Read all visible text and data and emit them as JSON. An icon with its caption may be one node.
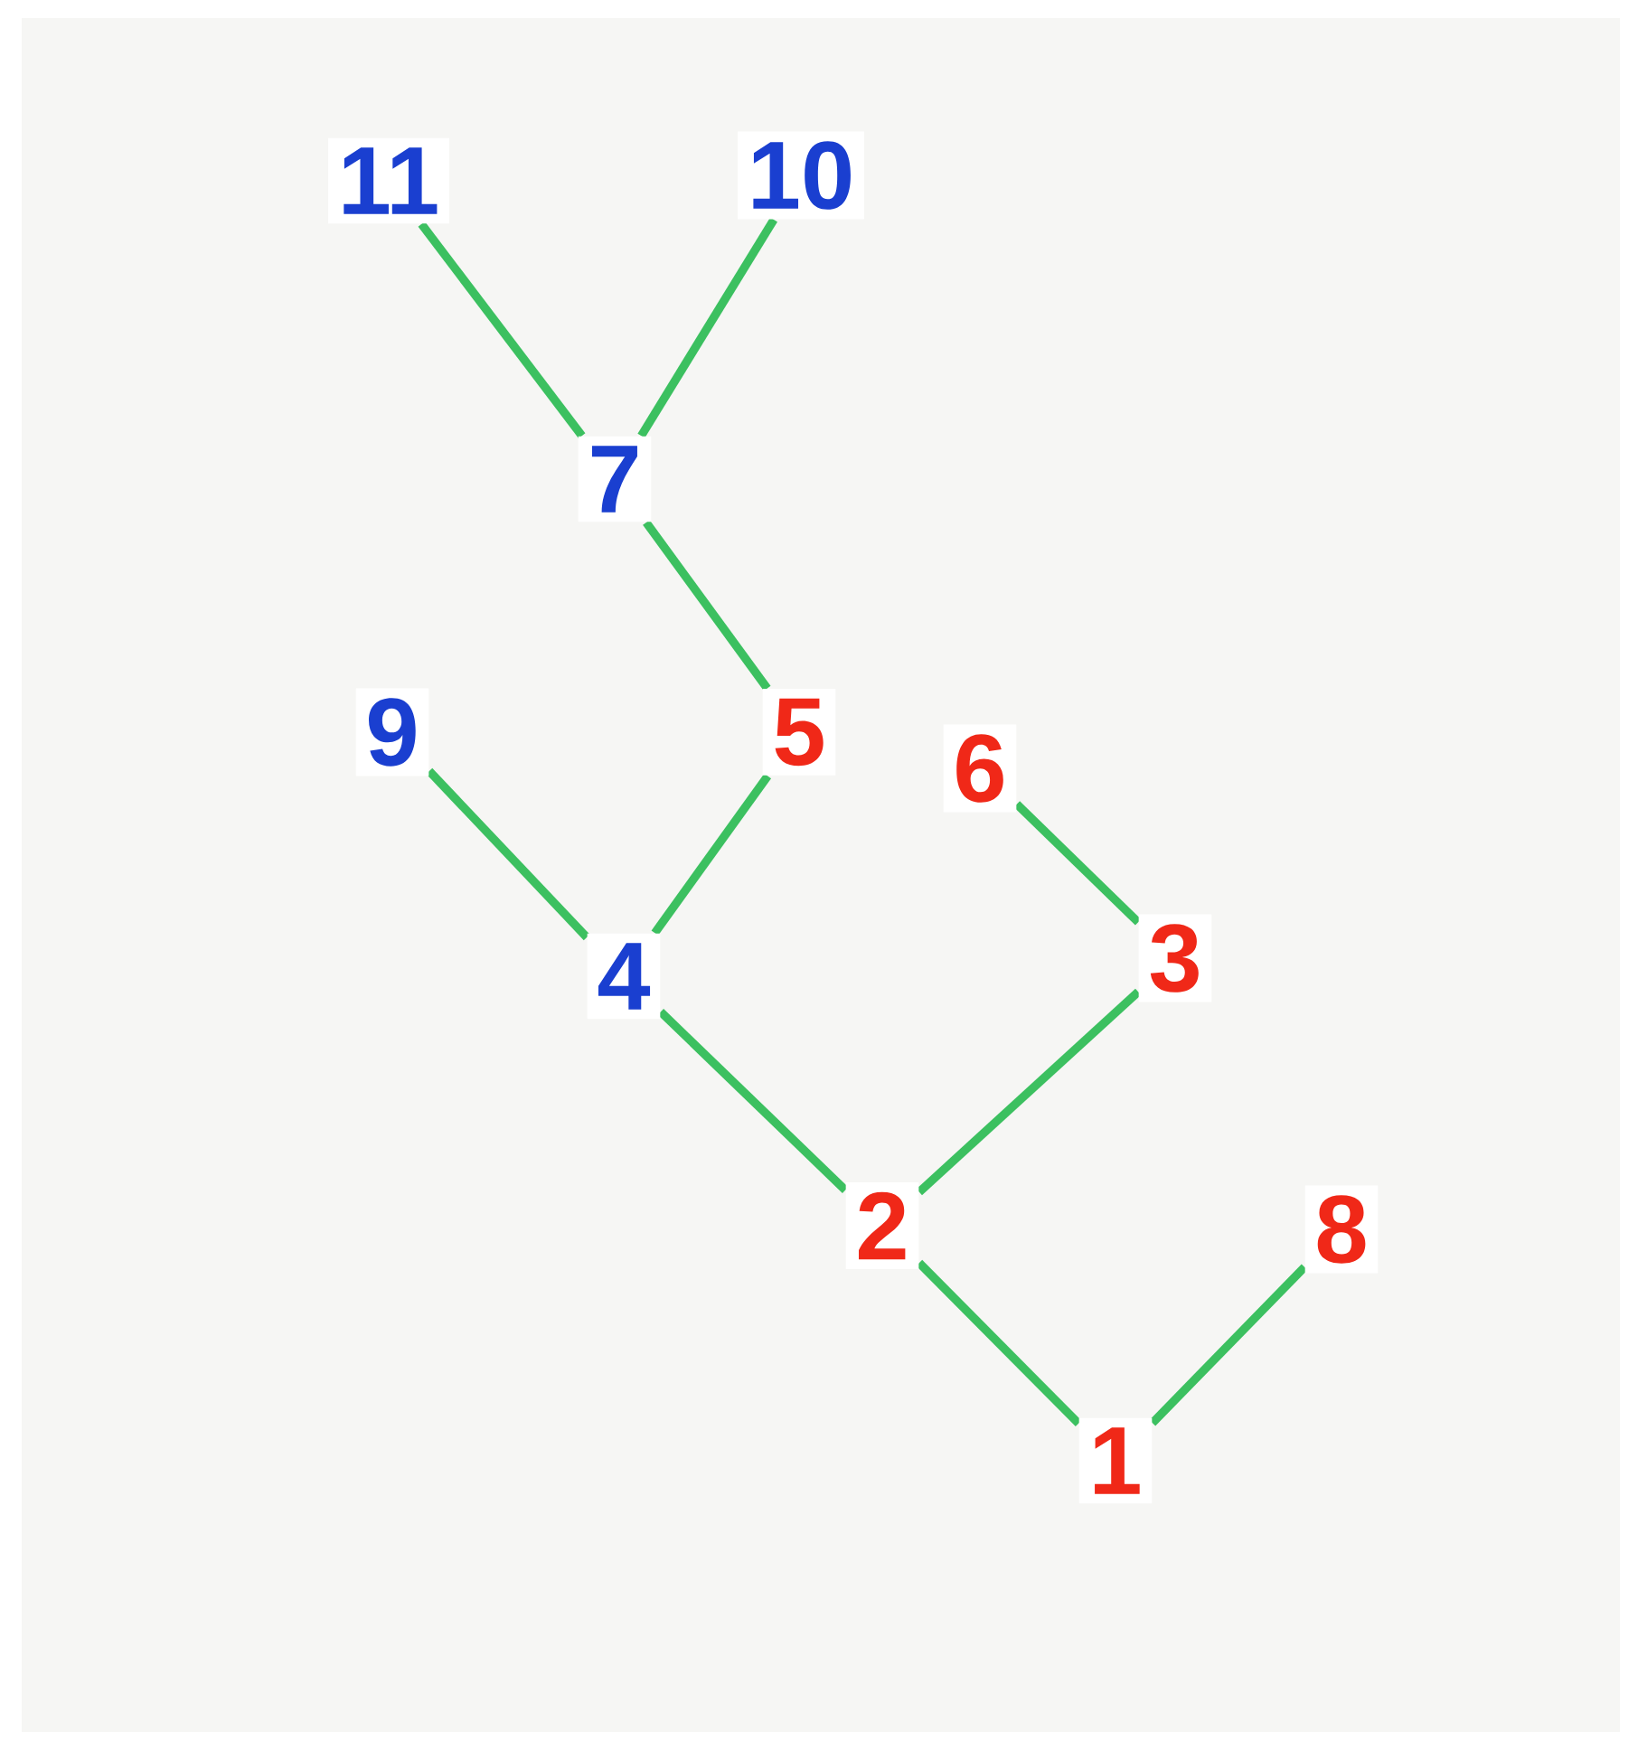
{
  "diagram": {
    "nodes": [
      {
        "text": [
          "11"
        ]
      },
      {
        "text": [
          "10"
        ]
      },
      {
        "text": [
          "7"
        ]
      },
      {
        "text": [
          "9"
        ]
      },
      {
        "text": [
          "5"
        ]
      },
      {
        "text": [
          "6"
        ]
      },
      {
        "text": [
          "4"
        ]
      },
      {
        "text": [
          "3"
        ]
      },
      {
        "text": [
          "2"
        ]
      },
      {
        "text": [
          "8"
        ]
      },
      {
        "text": [
          "1"
        ]
      }
    ],
    "edges": [
      {
        "from": 0,
        "to": 2,
        "arrow": "none"
      },
      {
        "from": 1,
        "to": 2,
        "arrow": "none"
      },
      {
        "from": 2,
        "to": 4,
        "arrow": "none"
      },
      {
        "from": 3,
        "to": 6,
        "arrow": "none"
      },
      {
        "from": 4,
        "to": 6,
        "arrow": "none"
      },
      {
        "from": 5,
        "to": 7,
        "arrow": "none"
      },
      {
        "from": 6,
        "to": 8,
        "arrow": "none"
      },
      {
        "from": 7,
        "to": 8,
        "arrow": "none"
      },
      {
        "from": 8,
        "to": 10,
        "arrow": "none"
      },
      {
        "from": 9,
        "to": 10,
        "arrow": "none"
      }
    ]
  }
}
